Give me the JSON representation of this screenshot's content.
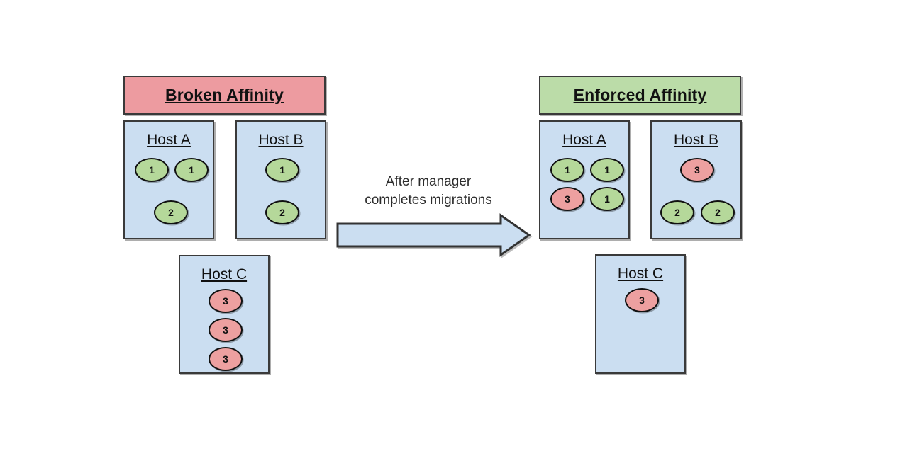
{
  "colors": {
    "page_background": "#ffffff",
    "broken_banner_fill": "#ed9ba0",
    "enforced_banner_fill": "#bbdca8",
    "host_box_fill": "#cbdef1",
    "vm_green_fill": "#b5d89a",
    "vm_red_fill": "#eda0a0",
    "stroke": "#333333",
    "text": "#111111",
    "arrow_fill": "#cbdef1"
  },
  "diagram": {
    "type": "before-after-affinity",
    "arrow": {
      "label_line1": "After manager",
      "label_line2": "completes migrations",
      "direction": "right"
    },
    "panels": [
      {
        "id": "broken",
        "banner_label": "Broken Affinity",
        "banner_fill": "#ed9ba0",
        "hosts": [
          {
            "id": "broken-host-a",
            "title": "Host A",
            "vms": [
              {
                "label": "1",
                "color": "green"
              },
              {
                "label": "1",
                "color": "green"
              },
              {
                "label": "2",
                "color": "green"
              }
            ]
          },
          {
            "id": "broken-host-b",
            "title": "Host B",
            "vms": [
              {
                "label": "1",
                "color": "green"
              },
              {
                "label": "2",
                "color": "green"
              }
            ]
          },
          {
            "id": "broken-host-c",
            "title": "Host C",
            "vms": [
              {
                "label": "3",
                "color": "red"
              },
              {
                "label": "3",
                "color": "red"
              },
              {
                "label": "3",
                "color": "red"
              }
            ]
          }
        ]
      },
      {
        "id": "enforced",
        "banner_label": "Enforced Affinity",
        "banner_fill": "#bbdca8",
        "hosts": [
          {
            "id": "enforced-host-a",
            "title": "Host A",
            "vms": [
              {
                "label": "1",
                "color": "green"
              },
              {
                "label": "1",
                "color": "green"
              },
              {
                "label": "3",
                "color": "red"
              },
              {
                "label": "1",
                "color": "green"
              }
            ]
          },
          {
            "id": "enforced-host-b",
            "title": "Host B",
            "vms": [
              {
                "label": "3",
                "color": "red"
              },
              {
                "label": "2",
                "color": "green"
              },
              {
                "label": "2",
                "color": "green"
              }
            ]
          },
          {
            "id": "enforced-host-c",
            "title": "Host C",
            "vms": [
              {
                "label": "3",
                "color": "red"
              }
            ]
          }
        ]
      }
    ]
  }
}
